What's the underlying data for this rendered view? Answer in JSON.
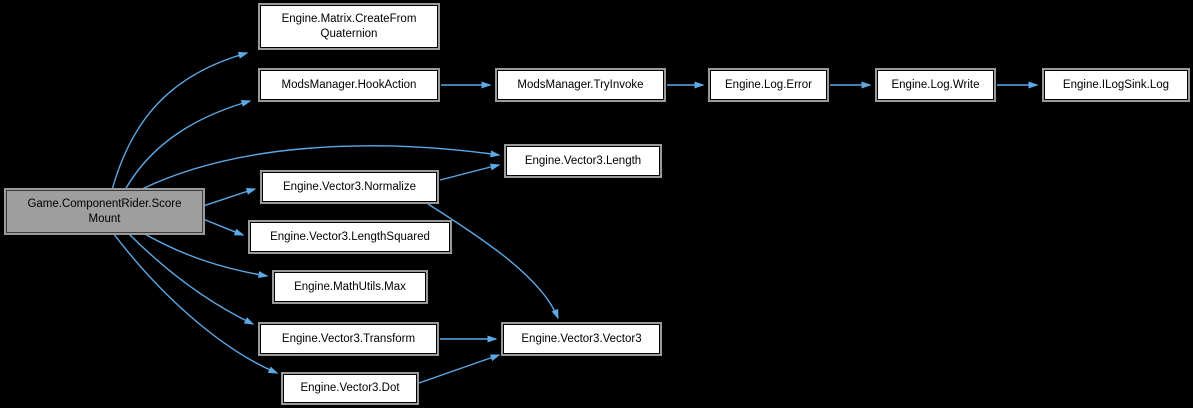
{
  "diagram": {
    "type": "call-graph",
    "background": "#000000",
    "edge_color": "#5ca9e6",
    "node_fill": "#ffffff",
    "node_border": "#000000",
    "node_rim": "#9a9a9a",
    "highlight_fill": "#9e9e9e",
    "nodes": {
      "scoremount": {
        "label": "Game.ComponentRider.Score\nMount",
        "highlighted": true
      },
      "matrixcreate": {
        "label": "Engine.Matrix.CreateFrom\nQuaternion"
      },
      "hookaction": {
        "label": "ModsManager.HookAction"
      },
      "tryinvoke": {
        "label": "ModsManager.TryInvoke"
      },
      "logerror": {
        "label": "Engine.Log.Error"
      },
      "logwrite": {
        "label": "Engine.Log.Write"
      },
      "ilogsink": {
        "label": "Engine.ILogSink.Log"
      },
      "length": {
        "label": "Engine.Vector3.Length"
      },
      "normalize": {
        "label": "Engine.Vector3.Normalize"
      },
      "lengthsquared": {
        "label": "Engine.Vector3.LengthSquared"
      },
      "max": {
        "label": "Engine.MathUtils.Max"
      },
      "transform": {
        "label": "Engine.Vector3.Transform"
      },
      "vector3": {
        "label": "Engine.Vector3.Vector3"
      },
      "dot": {
        "label": "Engine.Vector3.Dot"
      }
    },
    "edges": [
      {
        "from": "Game.ComponentRider.ScoreMount",
        "to": "Engine.Matrix.CreateFromQuaternion"
      },
      {
        "from": "Game.ComponentRider.ScoreMount",
        "to": "ModsManager.HookAction"
      },
      {
        "from": "Game.ComponentRider.ScoreMount",
        "to": "Engine.Vector3.Length"
      },
      {
        "from": "Game.ComponentRider.ScoreMount",
        "to": "Engine.Vector3.Normalize"
      },
      {
        "from": "Game.ComponentRider.ScoreMount",
        "to": "Engine.Vector3.LengthSquared"
      },
      {
        "from": "Game.ComponentRider.ScoreMount",
        "to": "Engine.MathUtils.Max"
      },
      {
        "from": "Game.ComponentRider.ScoreMount",
        "to": "Engine.Vector3.Transform"
      },
      {
        "from": "Game.ComponentRider.ScoreMount",
        "to": "Engine.Vector3.Dot"
      },
      {
        "from": "ModsManager.HookAction",
        "to": "ModsManager.TryInvoke"
      },
      {
        "from": "ModsManager.TryInvoke",
        "to": "Engine.Log.Error"
      },
      {
        "from": "Engine.Log.Error",
        "to": "Engine.Log.Write"
      },
      {
        "from": "Engine.Log.Write",
        "to": "Engine.ILogSink.Log"
      },
      {
        "from": "Engine.Vector3.Normalize",
        "to": "Engine.Vector3.Length"
      },
      {
        "from": "Engine.Vector3.Normalize",
        "to": "Engine.Vector3.Vector3"
      },
      {
        "from": "Engine.Vector3.Transform",
        "to": "Engine.Vector3.Vector3"
      },
      {
        "from": "Engine.Vector3.Dot",
        "to": "Engine.Vector3.Vector3"
      }
    ]
  }
}
